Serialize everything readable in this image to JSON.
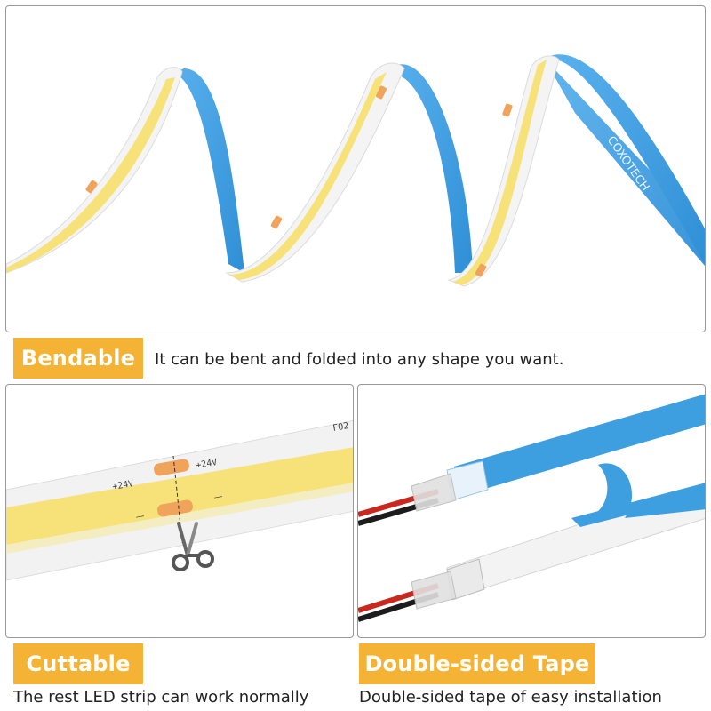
{
  "top_panel": {
    "brand_text": "COXOTECH"
  },
  "bendable": {
    "tag": "Bendable",
    "description": "It can be bent and folded into any shape you want."
  },
  "cuttable": {
    "tag": "Cuttable",
    "description": "The rest LED strip can work normally",
    "pad_label_left": "+24V",
    "pad_label_right": "+24V",
    "minus_left": "—",
    "minus_right": "—",
    "code_label": "FO2"
  },
  "double_sided": {
    "tag": "Double-sided Tape",
    "description": "Double-sided tape of easy installation"
  },
  "colors": {
    "tag_orange": "#f5b335",
    "led_yellow": "#f7e27a",
    "tape_blue": "#3d9fe0",
    "pad_orange": "#f0a35a",
    "wire_red": "#c8281e",
    "wire_black": "#1c1c1c"
  },
  "icons": [
    "scissors-icon"
  ]
}
